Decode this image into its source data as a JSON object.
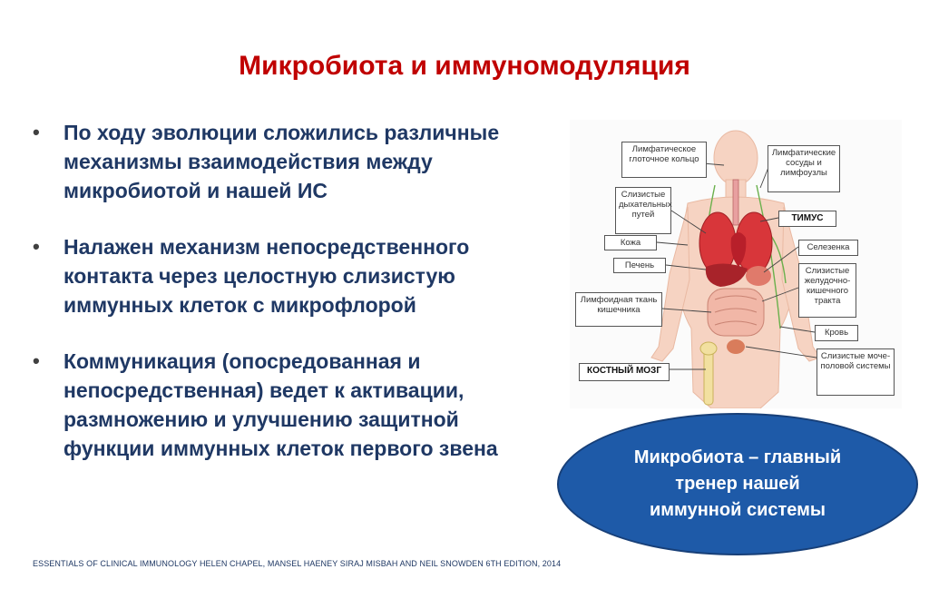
{
  "slide": {
    "title": "Микробиота и иммуномодуляция",
    "bullets": [
      "По ходу эволюции сложились различные механизмы взаимодействия между микробиотой и нашей ИС",
      "Налажен механизм непосредственного контакта через целостную слизистую иммунных клеток с микрофлорой",
      "Коммуникация (опосредованная и непосредственная) ведет к активации, размножению и улучшению защитной функции иммунных клеток первого звена"
    ],
    "bullet_symbol": "•",
    "callout": "Микробиота – главный тренер нашей иммунной системы",
    "footer": "ESSENTIALS OF CLINICAL IMMUNOLOGY HELEN CHAPEL, MANSEL HAENEY SIRAJ MISBAH AND NEIL SNOWDEN 6TH EDITION, 2014"
  },
  "diagram": {
    "left_labels": [
      "Лимфатическое глоточное кольцо",
      "Слизистые дыхательных путей",
      "Кожа",
      "Печень",
      "Лимфоидная ткань кишечника",
      "КОСТНЫЙ МОЗГ"
    ],
    "right_labels": [
      "Лимфатические сосуды и лимфоузлы",
      "ТИМУС",
      "Селезенка",
      "Слизистые желудочно-кишечного тракта",
      "Кровь",
      "Слизистые моче-половой системы"
    ]
  },
  "colors": {
    "title": "#c00000",
    "text": "#1f3864",
    "callout_bg": "#1e5aa8",
    "callout_text": "#ffffff"
  }
}
